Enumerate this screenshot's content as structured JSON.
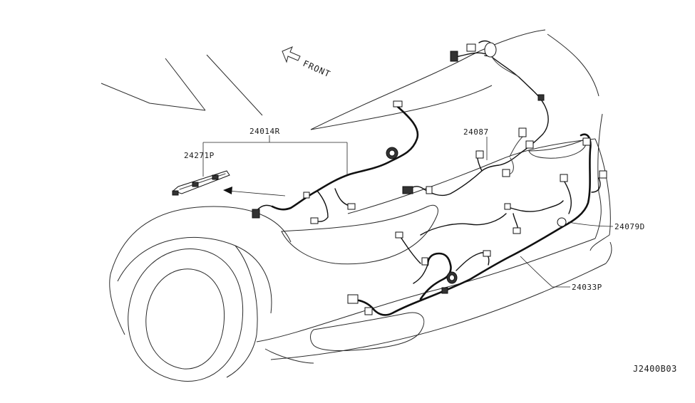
{
  "direction_label": "FRONT",
  "parts": {
    "p24014R": "24014R",
    "p24271P": "24271P",
    "p24087": "24087",
    "p24079D": "24079D",
    "p24033P": "24033P"
  },
  "diagram_id": "J2400B03"
}
